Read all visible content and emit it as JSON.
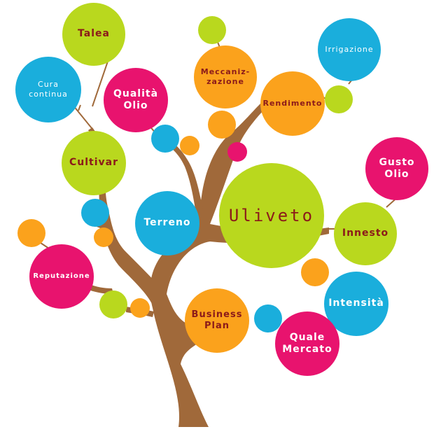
{
  "colors": {
    "trunk": "#a0693a",
    "green": "#b9d81e",
    "blue": "#1aaedc",
    "pink": "#e8136e",
    "orange": "#fba21c",
    "dark_red": "#8b1a1a",
    "white": "#ffffff"
  },
  "nodes": {
    "uliveto": "Uliveto",
    "terreno": "Terreno",
    "cultivar": "Cultivar",
    "talea": "Talea",
    "cura_continua": "Cura\ncontinua",
    "qualita_olio": "Qualità\nOlio",
    "meccanizzazione": "Meccaniz-\nzazione",
    "rendimento": "Rendimento",
    "irrigazione": "Irrigazione",
    "gusto_olio": "Gusto\nOlio",
    "innesto": "Innesto",
    "intensita": "Intensità",
    "quale_mercato": "Quale\nMercato",
    "business_plan": "Business\nPlan",
    "reputazione": "Reputazione"
  }
}
